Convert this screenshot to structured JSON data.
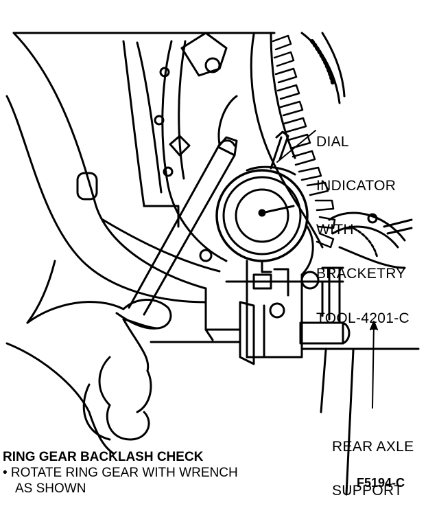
{
  "callouts": {
    "dial_indicator": [
      "DIAL",
      "INDICATOR",
      "WITH",
      "BRACKETRY",
      "TOOL-4201-C"
    ],
    "rear_axle_support": [
      "REAR AXLE",
      "SUPPORT"
    ]
  },
  "caption": {
    "title": "RING GEAR BACKLASH CHECK",
    "bullet": "• ROTATE RING GEAR WITH WRENCH",
    "bullet_cont": "AS SHOWN"
  },
  "figure_id": "F5194-C",
  "colors": {
    "ink": "#000000",
    "paper": "#ffffff"
  }
}
